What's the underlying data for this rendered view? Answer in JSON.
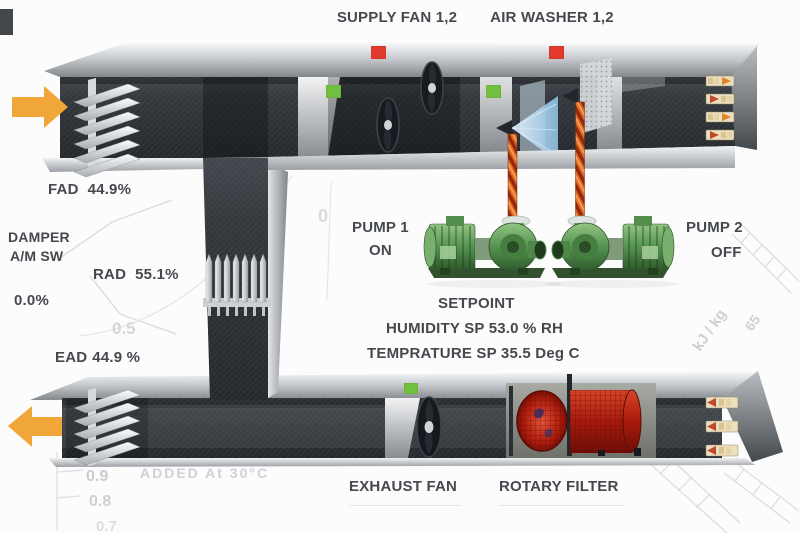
{
  "labels": {
    "supply_fan": "SUPPLY FAN 1,2",
    "air_washer": "AIR WASHER 1,2",
    "exhaust_fan": "EXHAUST FAN",
    "rotary_filter": "ROTARY FILTER"
  },
  "setpoint": {
    "title": "SETPOINT",
    "humidity": "HUMIDITY SP 53.0 % RH",
    "temperature": "TEMPRATURE SP 35.5 Deg C"
  },
  "dampers": {
    "fad": {
      "name": "FAD",
      "value": "44.9%"
    },
    "rad": {
      "name": "RAD",
      "value": "55.1%"
    },
    "ead": {
      "name": "EAD",
      "value": "44.9 %"
    },
    "damper_switch": {
      "line1": "DAMPER",
      "line2": "A/M SW",
      "value": "0.0%"
    }
  },
  "pumps": {
    "pump1": {
      "name": "PUMP 1",
      "status": "ON"
    },
    "pump2": {
      "name": "PUMP 2",
      "status": "OFF"
    }
  },
  "indicators": {
    "supply_fan_alarm": "red",
    "supply_fan_run": "green",
    "air_washer_alarm": "red",
    "air_washer_run": "green",
    "exhaust_fan_run": "green"
  },
  "watermark": {
    "ratio_05": "0.5",
    "zero": "0",
    "ratio_09": "0.9",
    "ratio_08": "0.8",
    "ratio_07": "0.7",
    "added_text": "ADDED At 30°C",
    "enthalpy_unit": "kJ / kg",
    "enthalpy_65": "65"
  },
  "icons": {
    "supply_airflow": "arrow-right",
    "exhaust_airflow": "arrow-left"
  },
  "colors": {
    "led_red": "#e23a2d",
    "led_green": "#72c13e",
    "arrow_orange": "#f1a639",
    "pump_green": "#559250",
    "pipe_orange": "#e06a20",
    "duct_dark": "#2f3438",
    "spray_blue": "#8cc0e2",
    "filter_red": "#b01e0e",
    "text": "#45494e"
  }
}
